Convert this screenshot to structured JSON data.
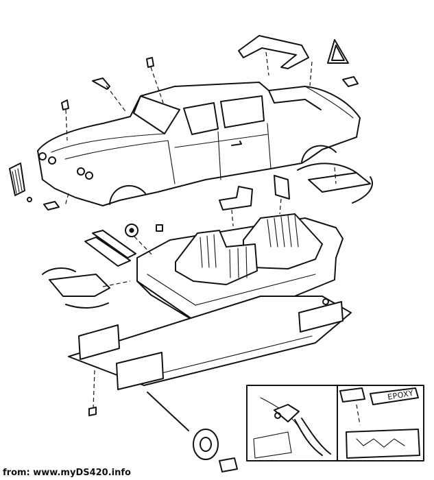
{
  "credit": {
    "prefix": "from: ",
    "site": "www.myDS420.info"
  },
  "inset": {
    "glue_tube_label": "EPOXY"
  },
  "colors": {
    "ink": "#111111",
    "paper": "#ffffff"
  }
}
